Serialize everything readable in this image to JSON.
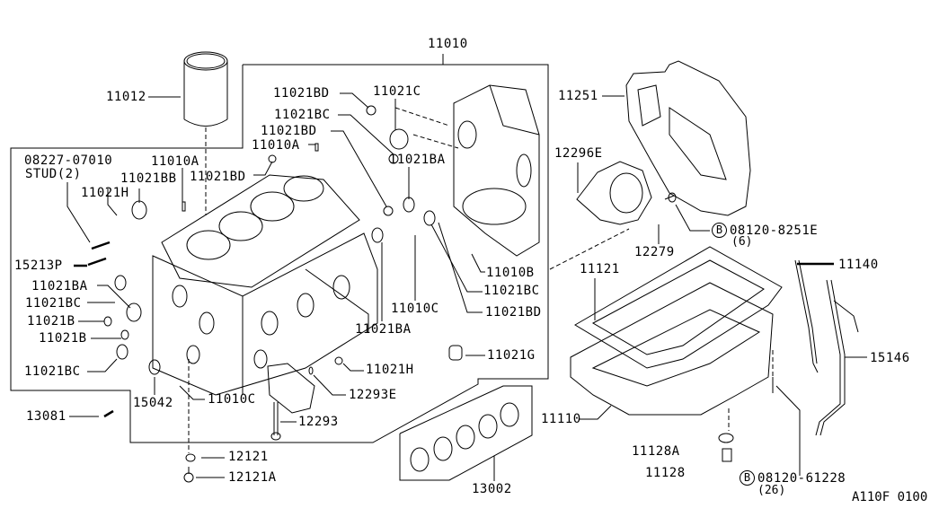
{
  "diagram": {
    "title": "Cylinder Block & Oil Pan",
    "reference_code": "A110F 0100",
    "parts": {
      "p11010": "11010",
      "p11012": "11012",
      "p11021BD_a": "11021BD",
      "p11021C": "11021C",
      "p11021BC_a": "11021BC",
      "p11021BD_b": "11021BD",
      "p11010A_a": "11010A",
      "p11021BA_a": "11021BA",
      "p08227": "08227-07010",
      "p08227_sub": "STUD(2)",
      "p11010A_b": "11010A",
      "p11021BB": "11021BB",
      "p11021BD_c": "11021BD",
      "p11021H_a": "11021H",
      "p15213P": "15213P",
      "p11021BA_b": "11021BA",
      "p11021BC_b": "11021BC",
      "p11021B_a": "11021B",
      "p11021B_b": "11021B",
      "p11021BC_c": "11021BC",
      "p13081": "13081",
      "p15042": "15042",
      "p11010C_a": "11010C",
      "p12293": "12293",
      "p12293E": "12293E",
      "p11021H_b": "11021H",
      "p11021BA_c": "11021BA",
      "p11010C_b": "11010C",
      "p11010B": "11010B",
      "p11021BC_d": "11021BC",
      "p11021BD_d": "11021BD",
      "p11021G": "11021G",
      "p12121": "12121",
      "p12121A": "12121A",
      "p13002": "13002",
      "p11251": "11251",
      "p12296E": "12296E",
      "p12279": "12279",
      "p08120_8251E": "08120-8251E",
      "p08120_8251E_qty": "(6)",
      "p11121": "11121",
      "p11140": "11140",
      "p15146": "15146",
      "p11110": "11110",
      "p11128A": "11128A",
      "p11128": "11128",
      "p08120_61228": "08120-61228",
      "p08120_61228_qty": "(26)"
    },
    "bolt_marker": "B"
  }
}
